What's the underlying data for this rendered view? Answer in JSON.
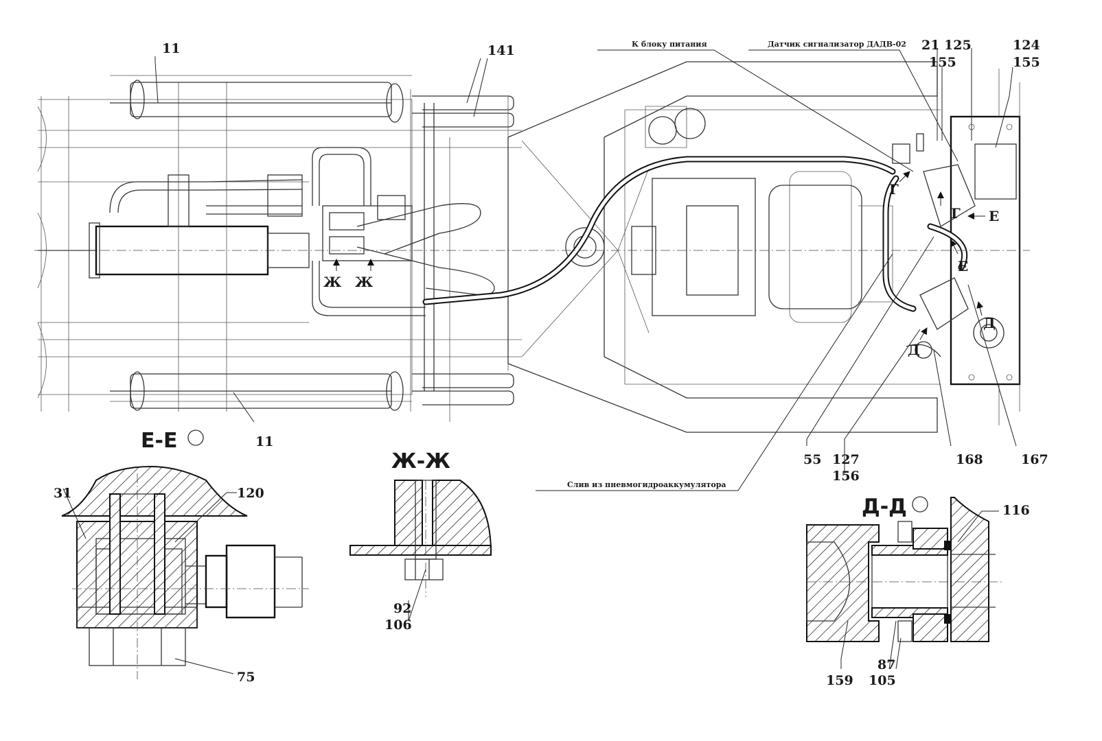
{
  "labels": {
    "p11_top": "11",
    "p141": "141",
    "p21": "21",
    "p125": "125",
    "p124": "124",
    "p155_a": "155",
    "p155_b": "155",
    "p11_bottom": "11",
    "p55": "55",
    "p127": "127",
    "p156": "156",
    "p168": "168",
    "p167": "167",
    "p31": "31",
    "p120": "120",
    "p75": "75",
    "p92": "92",
    "p106": "106",
    "p116": "116",
    "p159": "159",
    "p87": "87",
    "p105": "105"
  },
  "notes": {
    "power_unit": "К блоку питания",
    "sensor": "Датчик сигнализатор ДАДВ-02",
    "drain": "Слив из пневмогидроаккумулятора"
  },
  "sections": {
    "e_e": "Е-Е",
    "zh_zh": "Ж-Ж",
    "d_d": "Д-Д"
  },
  "cut_marks": {
    "g1": "Г",
    "g2": "Г",
    "e1": "Е",
    "e2": "Е",
    "zh1": "Ж",
    "zh2": "Ж",
    "d1": "Д",
    "d2": "Д"
  }
}
